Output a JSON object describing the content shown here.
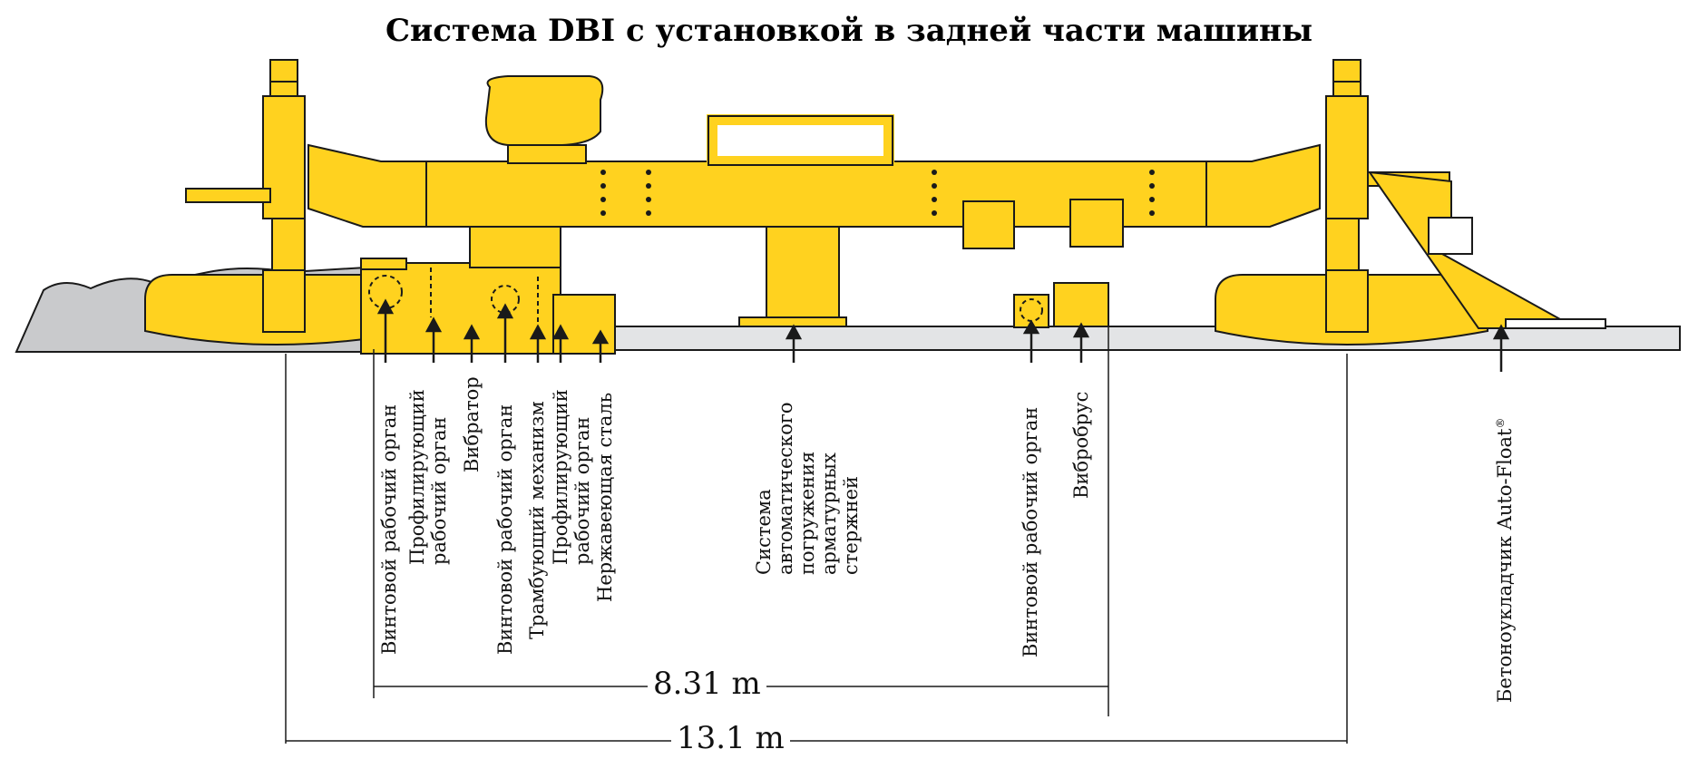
{
  "title": "Система DBI с установкой в задней части машины",
  "colors": {
    "machine": "#FFD21F",
    "outline": "#1a1a1a",
    "ground": "#e3e4e6",
    "soil": "#c9cacc"
  },
  "labels": {
    "auger_1": "Винтовой рабочий орган",
    "profiling_1": "Профилирующий\nрабочий орган",
    "vibrator": "Вибратор",
    "auger_2": "Винтовой рабочий орган",
    "tamper": "Трамбующий механизм",
    "profiling_2": "Профилирующий\nрабочий орган",
    "stainless": "Нержавеющая сталь",
    "dbi": "Система\nавтоматического\nпогружения\nарматурных\nстержней",
    "auger_3": "Винтовой рабочий орган",
    "vibrobeam": "Вибробрус",
    "autofloat": "Бетоноукладчик Auto-Float",
    "autofloat_mark": "®"
  },
  "dimensions": {
    "inner": "8.31 m",
    "outer": "13.1 m"
  }
}
